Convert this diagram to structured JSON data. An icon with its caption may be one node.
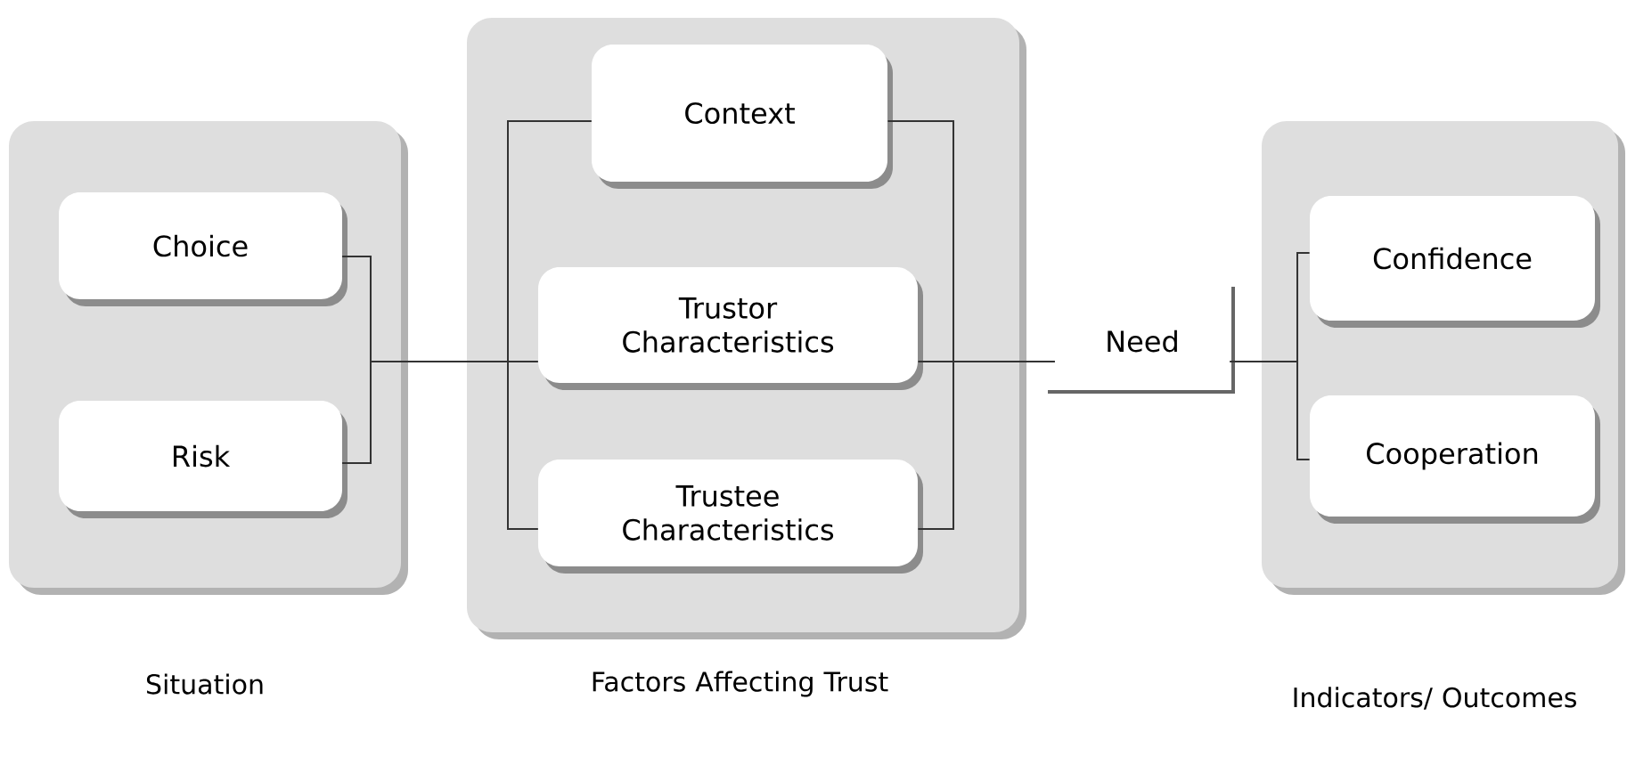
{
  "diagram": {
    "nodes": [
      {
        "text": [
          "Situation"
        ]
      },
      {
        "text": [
          "Choice"
        ],
        "in": 0
      },
      {
        "text": [
          "Risk"
        ],
        "in": 0
      },
      {
        "text": [
          "Factors Affecting Trust"
        ]
      },
      {
        "text": [
          "Context"
        ],
        "in": 3
      },
      {
        "text": [
          "Trustor Characteristics"
        ],
        "in": 3
      },
      {
        "text": [
          "Trustee Characteristics"
        ],
        "in": 3
      },
      {
        "text": [
          "Need"
        ]
      },
      {
        "text": [
          "Indicators/ Outcomes"
        ]
      },
      {
        "text": [
          "Confidence"
        ],
        "in": 8
      },
      {
        "text": [
          "Cooperation"
        ],
        "in": 8
      }
    ],
    "edges": [
      {
        "from": 1,
        "to": 4,
        "arrow": "none"
      },
      {
        "from": 1,
        "to": 5,
        "arrow": "none"
      },
      {
        "from": 1,
        "to": 6,
        "arrow": "none"
      },
      {
        "from": 2,
        "to": 4,
        "arrow": "none"
      },
      {
        "from": 2,
        "to": 5,
        "arrow": "none"
      },
      {
        "from": 2,
        "to": 6,
        "arrow": "none"
      },
      {
        "from": 4,
        "to": 7,
        "arrow": "none"
      },
      {
        "from": 5,
        "to": 7,
        "arrow": "none"
      },
      {
        "from": 6,
        "to": 7,
        "arrow": "none"
      },
      {
        "from": 7,
        "to": 9,
        "arrow": "none"
      },
      {
        "from": 7,
        "to": 10,
        "arrow": "none"
      }
    ]
  }
}
